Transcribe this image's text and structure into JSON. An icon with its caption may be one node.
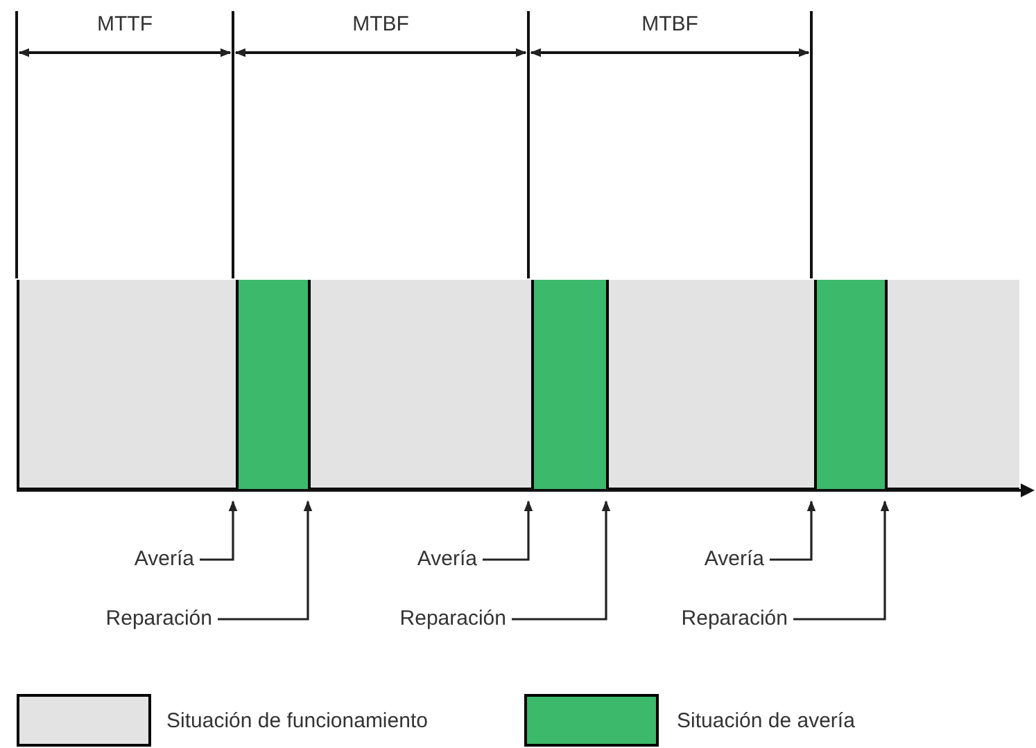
{
  "diagram": {
    "nodes": [
      {
        "text": [],
        "shape": "box"
      },
      {
        "text": [],
        "shape": "bar",
        "in": 0
      },
      {
        "text": [],
        "shape": "bar",
        "in": 0
      },
      {
        "text": [],
        "shape": "bar",
        "in": 0
      },
      {
        "text": [
          "Avería"
        ]
      },
      {
        "text": [
          "Reparación"
        ]
      },
      {
        "text": [
          "Avería"
        ]
      },
      {
        "text": [
          "Reparación"
        ]
      },
      {
        "text": [
          "Avería"
        ]
      },
      {
        "text": [
          "Reparación"
        ]
      }
    ],
    "edges": [
      {
        "from": 4,
        "to": 1,
        "arrow": "to"
      },
      {
        "from": 5,
        "to": 1,
        "arrow": "to"
      },
      {
        "from": 6,
        "to": 2,
        "arrow": "to"
      },
      {
        "from": 7,
        "to": 2,
        "arrow": "to"
      },
      {
        "from": 8,
        "to": 3,
        "arrow": "to"
      },
      {
        "from": 9,
        "to": 3,
        "arrow": "to"
      }
    ],
    "labels": [
      "MTTF",
      "MTBF",
      "MTBF"
    ],
    "legend": [
      {
        "text": "Situación de funcionamiento",
        "color": "#e3e3e3"
      },
      {
        "text": "Situación de avería",
        "color": "#3cb96a"
      }
    ]
  }
}
